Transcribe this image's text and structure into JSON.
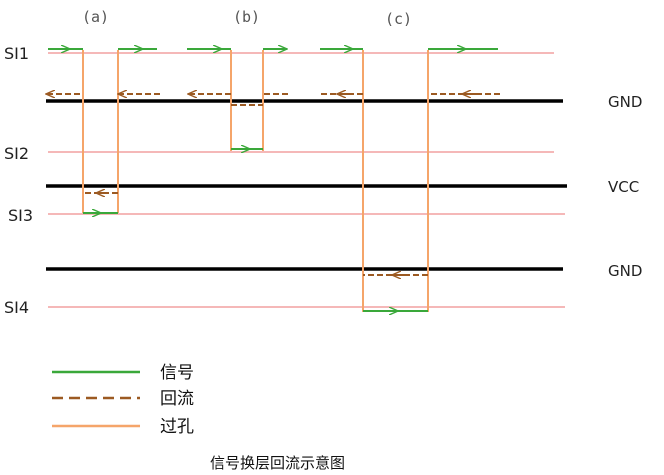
{
  "colors": {
    "signal_layer": "#f2a0a0",
    "plane": "#000000",
    "signal": "#3aa83a",
    "return": "#9c5a22",
    "via": "#f5a56a"
  },
  "cases": [
    "(a)",
    "(b)",
    "(c)"
  ],
  "layers": {
    "si1": "SI1",
    "gnd1": "GND",
    "si2": "SI2",
    "vcc": "VCC",
    "si3": "SI3",
    "gnd2": "GND",
    "si4": "SI4"
  },
  "legend": {
    "signal": "信号",
    "return": "回流",
    "via": "过孔"
  },
  "caption": "信号换层回流示意图"
}
